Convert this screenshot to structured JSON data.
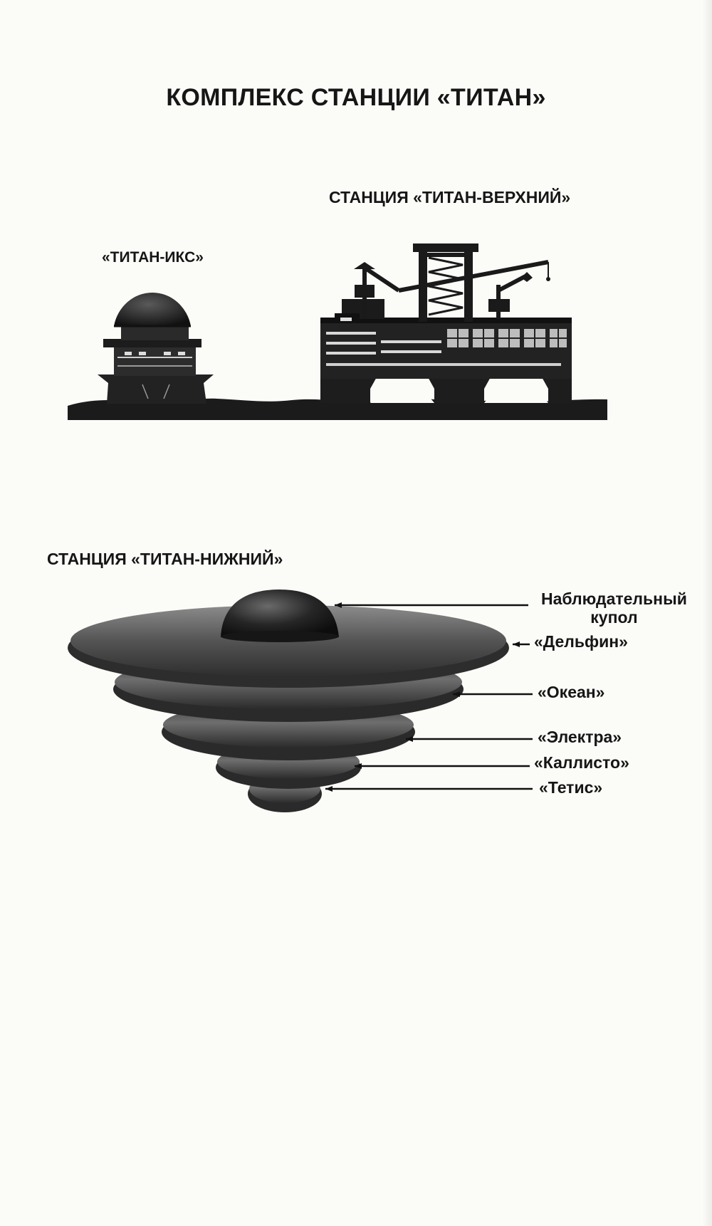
{
  "title": "КОМПЛЕКС СТАНЦИИ «ТИТАН»",
  "stations": {
    "upper": {
      "label": "СТАНЦИЯ «ТИТАН-ВЕРХНИЙ»"
    },
    "x": {
      "label": "«ТИТАН-ИКС»"
    },
    "lower": {
      "label": "СТАНЦИЯ «ТИТАН-НИЖНИЙ»",
      "callouts": {
        "dome_line1": "Наблюдательный",
        "dome_line2": "купол",
        "delfin": "«Дельфин»",
        "okean": "«Океан»",
        "elektra": "«Электра»",
        "kallisto": "«Каллисто»",
        "tetis": "«Тетис»"
      }
    }
  },
  "colors": {
    "ink": "#161616",
    "paper": "#fbfbf8",
    "hull": "#2a2a2a"
  }
}
